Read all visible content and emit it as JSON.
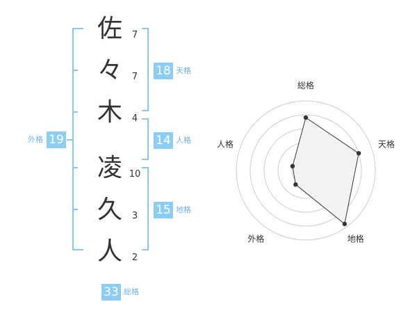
{
  "name_chars": [
    {
      "char": "佐",
      "strokes": "7"
    },
    {
      "char": "々",
      "strokes": "7"
    },
    {
      "char": "木",
      "strokes": "4"
    },
    {
      "char": "凌",
      "strokes": "10"
    },
    {
      "char": "久",
      "strokes": "3"
    },
    {
      "char": "人",
      "strokes": "2"
    }
  ],
  "kakusu": {
    "tenkaku": {
      "value": "18",
      "label": "天格"
    },
    "jinkaku": {
      "value": "14",
      "label": "人格"
    },
    "chikaku": {
      "value": "15",
      "label": "地格"
    },
    "gaikaku": {
      "value": "19",
      "label": "外格"
    },
    "soukaku": {
      "value": "33",
      "label": "総格"
    }
  },
  "radar": {
    "axes": [
      "総格",
      "天格",
      "地格",
      "外格",
      "人格"
    ],
    "values": [
      0.76,
      0.8,
      0.95,
      0.25,
      0.2
    ],
    "fill_color": "#f2f2f2",
    "line_color": "#333333",
    "ring_color": "#cccccc"
  },
  "colors": {
    "badge": "#8ccdf5",
    "label": "#6ab4e8",
    "bracket": "#8ac6f0",
    "text": "#333333"
  }
}
